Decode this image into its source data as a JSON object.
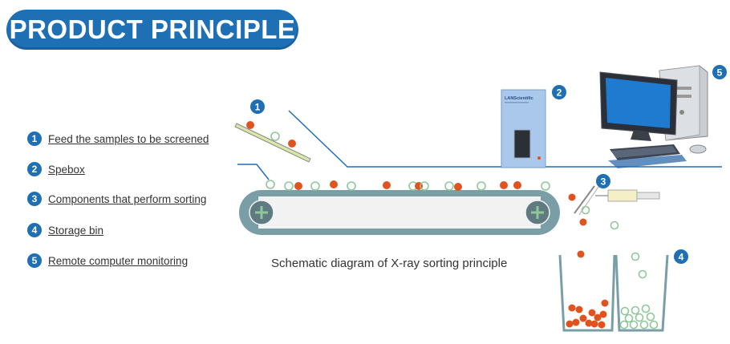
{
  "title": "PRODUCT PRINCIPLE",
  "legend": [
    {
      "num": "1",
      "label": "Feed the samples to be screened"
    },
    {
      "num": "2",
      "label": "Spebox"
    },
    {
      "num": "3",
      "label": "Components that perform sorting"
    },
    {
      "num": "4",
      "label": "Storage bin"
    },
    {
      "num": "5",
      "label": "Remote computer monitoring"
    }
  ],
  "markers": [
    "1",
    "2",
    "3",
    "4",
    "5"
  ],
  "caption": "Schematic diagram of X-ray sorting principle",
  "device_brand": "LANScientific",
  "colors": {
    "brand_blue": "#1f6fb5",
    "belt": "#7a9ea6",
    "sample_red": "#e0531f",
    "sample_green": "#8fc79a",
    "spebox": "#a9c8ec",
    "monitor_screen": "#1f7bd0"
  },
  "icons": [
    "feed-chute-icon",
    "spebox-icon",
    "sorting-nozzle-icon",
    "storage-bin-icon",
    "computer-icon"
  ]
}
